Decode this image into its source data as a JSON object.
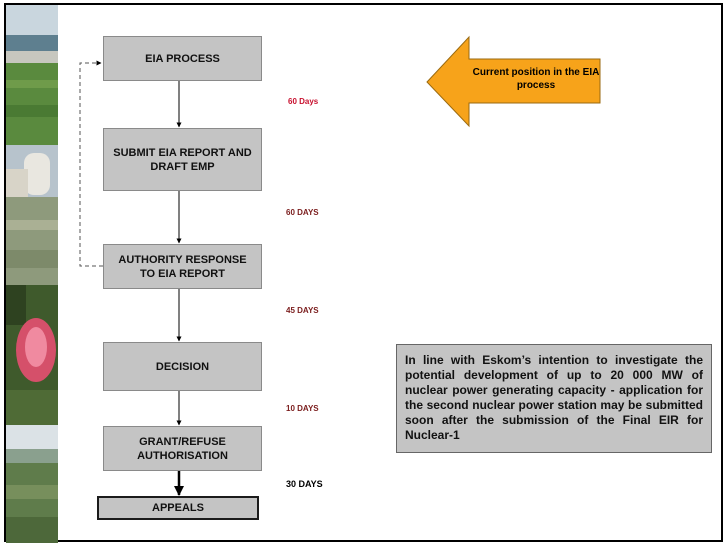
{
  "flowchart": {
    "steps": [
      {
        "label": "EIA PROCESS"
      },
      {
        "label": "SUBMIT EIA REPORT AND DRAFT EMP"
      },
      {
        "label": "AUTHORITY RESPONSE TO EIA REPORT"
      },
      {
        "label": "DECISION"
      },
      {
        "label": "GRANT/REFUSE AUTHORISATION"
      },
      {
        "label": "APPEALS"
      }
    ],
    "durations": [
      "60 Days",
      "60 DAYS",
      "45 DAYS",
      "10 DAYS",
      "30 DAYS"
    ]
  },
  "callout": {
    "text": "Current position in the EIA process",
    "color": "#f7a31a"
  },
  "note": {
    "text": "In line with Eskom’s intention to investigate the potential development of up to 20 000 MW of nuclear power generating capacity - application for the second nuclear power station may be submitted soon after the submission of the Final EIR for Nuclear-1"
  },
  "colors": {
    "box_fill": "#c4c4c4",
    "duration_red": "#c8102e",
    "duration_dark": "#7a1c1c",
    "duration_black": "#000000"
  }
}
